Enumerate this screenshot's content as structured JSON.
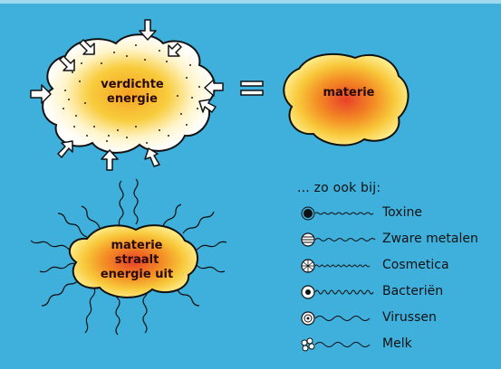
{
  "diagram": {
    "compressed_blob": {
      "lines": [
        "verdichte",
        "energie"
      ]
    },
    "equals_sign": "=",
    "matter_blob": {
      "lines": [
        "materie"
      ]
    },
    "radiating_blob": {
      "lines": [
        "materie",
        "straalt",
        "energie uit"
      ]
    },
    "list": {
      "heading": "... zo ook bij:",
      "items": [
        {
          "label": "Toxine",
          "icon": "solid-dot-icon"
        },
        {
          "label": "Zware metalen",
          "icon": "striped-sphere-icon"
        },
        {
          "label": "Cosmetica",
          "icon": "mesh-sphere-icon"
        },
        {
          "label": "Bacteriën",
          "icon": "ring-dot-icon"
        },
        {
          "label": "Virussen",
          "icon": "concentric-rings-icon"
        },
        {
          "label": "Melk",
          "icon": "cluster-icon"
        }
      ]
    },
    "colors": {
      "background": "#3fb0dc",
      "blob_core": "#e8502a",
      "blob_mid": "#f7b01f",
      "blob_edge": "#fff39a",
      "outline": "#111111"
    }
  }
}
